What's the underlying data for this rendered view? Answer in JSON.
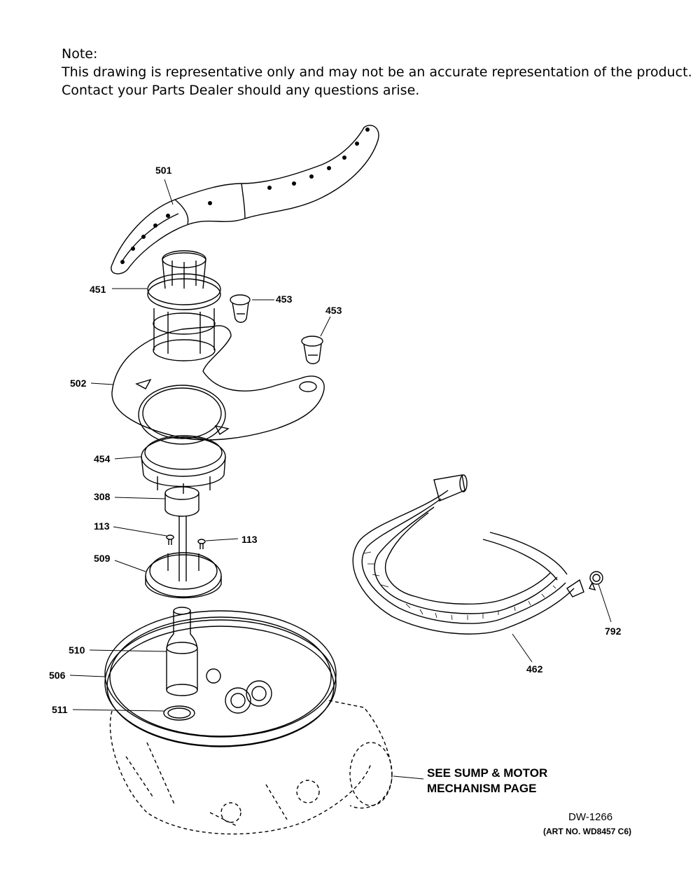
{
  "note": {
    "heading": "Note:",
    "line1": "This drawing is representative only and may not be an accurate representation of the product.",
    "line2": "Contact your Parts Dealer should any questions arise."
  },
  "callouts": {
    "c501": "501",
    "c451": "451",
    "c453a": "453",
    "c453b": "453",
    "c502": "502",
    "c454": "454",
    "c308": "308",
    "c113a": "113",
    "c113b": "113",
    "c509": "509",
    "c510": "510",
    "c506": "506",
    "c511": "511",
    "c462": "462",
    "c792": "792"
  },
  "reference": {
    "line1": "SEE SUMP & MOTOR",
    "line2": "MECHANISM PAGE"
  },
  "drawing_id": "DW-1266",
  "art_no": "(ART NO. WD8457 C6)"
}
